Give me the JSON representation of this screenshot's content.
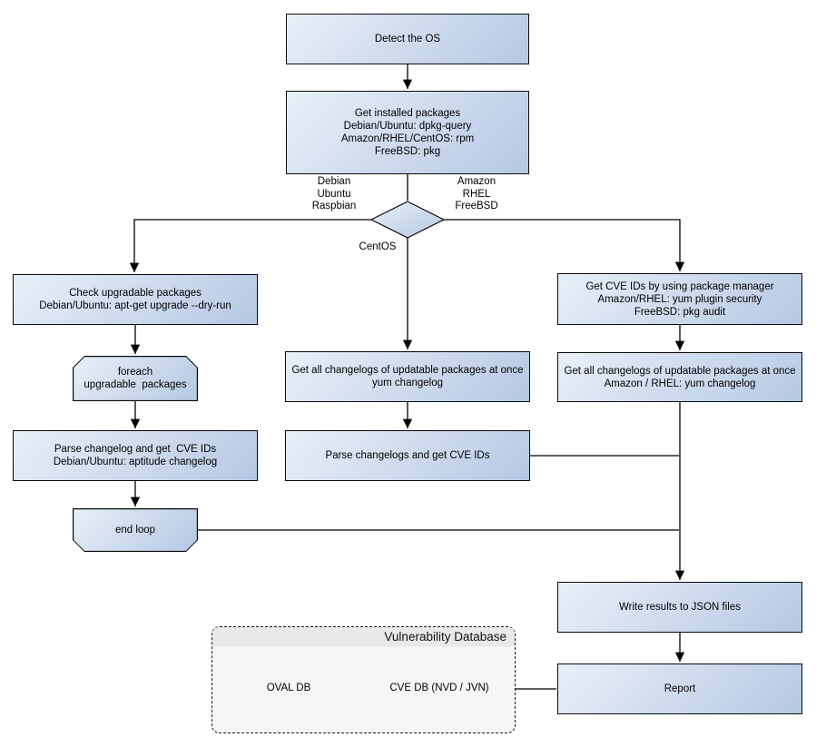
{
  "nodes": {
    "detect_os": "Detect the OS",
    "get_installed_packages": "Get installed packages\nDebian/Ubuntu: dpkg-query\nAmazon/RHEL/CentOS: rpm\nFreeBSD: pkg",
    "check_upgradable": "Check upgradable packages\nDebian/Ubuntu: apt-get upgrade --dry-run",
    "foreach_loop": "foreach\nupgradable  packages",
    "parse_changelog_deb": "Parse changelog and get  CVE IDs\nDebian/Ubuntu: aptitude changelog",
    "end_loop": "end loop",
    "get_changelogs_centos": "Get all changelogs of updatable packages at once\nyum changelog",
    "parse_changelogs_centos": "Parse changelogs and get CVE IDs",
    "get_cve_ids_pkg_mgr": "Get CVE IDs by using package manager\nAmazon/RHEL: yum plugin security\nFreeBSD: pkg audit",
    "get_changelogs_amazon": "Get all changelogs of updatable packages at once\nAmazon / RHEL: yum changelog",
    "write_results": "Write results to JSON files",
    "report": "Report"
  },
  "branch_labels": {
    "debian": "Debian\nUbuntu\nRaspbian",
    "amazon": "Amazon\nRHEL\nFreeBSD",
    "centos": "CentOS"
  },
  "group": {
    "title": "Vulnerability Database",
    "oval_db": "OVAL DB",
    "cve_db": "CVE DB (NVD / JVN)"
  },
  "colors": {
    "node_fill_light": "#e9eff8",
    "node_fill_dark": "#b5c8e3",
    "node_border": "#0a0a0a",
    "connector": "#000000",
    "group_fill": "#f6f6f6",
    "group_header_fill": "#e9e9e9",
    "canvas": "#ffffff"
  }
}
